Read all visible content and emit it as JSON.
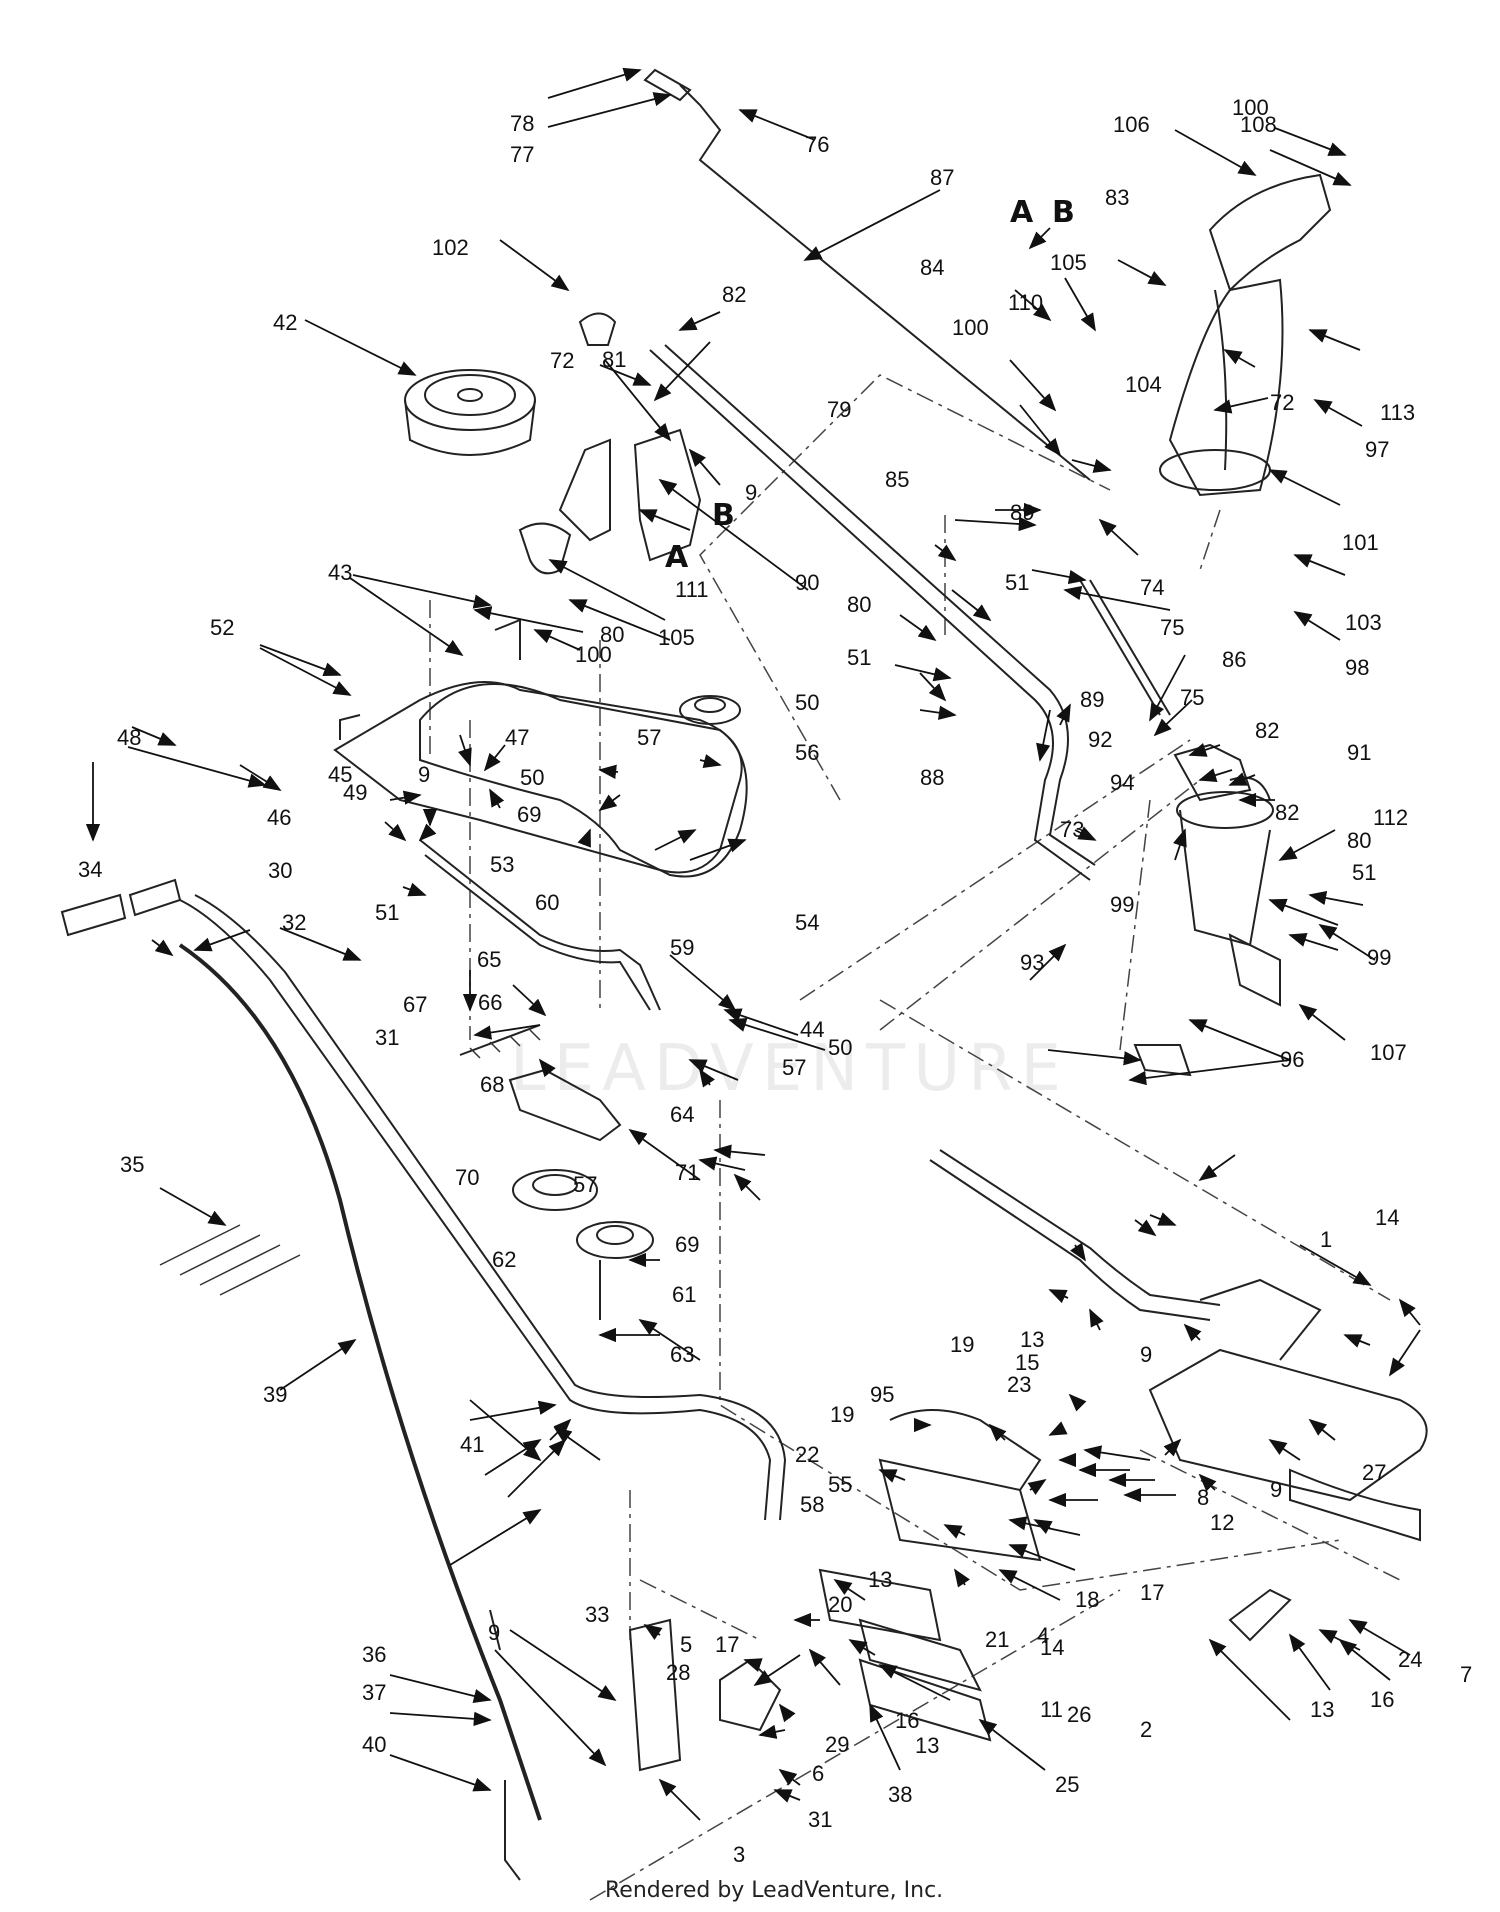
{
  "callouts": [
    "1",
    "2",
    "3",
    "4",
    "5",
    "6",
    "7",
    "8",
    "9",
    "11",
    "12",
    "13",
    "14",
    "15",
    "16",
    "17",
    "18",
    "19",
    "20",
    "21",
    "22",
    "23",
    "24",
    "25",
    "26",
    "27",
    "28",
    "29",
    "30",
    "31",
    "32",
    "33",
    "34",
    "35",
    "36",
    "37",
    "38",
    "39",
    "40",
    "41",
    "42",
    "43",
    "44",
    "45",
    "46",
    "47",
    "48",
    "49",
    "50",
    "51",
    "52",
    "53",
    "54",
    "55",
    "56",
    "57",
    "58",
    "59",
    "60",
    "61",
    "62",
    "63",
    "64",
    "65",
    "66",
    "67",
    "68",
    "69",
    "70",
    "71",
    "72",
    "73",
    "74",
    "75",
    "76",
    "77",
    "78",
    "79",
    "80",
    "81",
    "82",
    "83",
    "84",
    "85",
    "86",
    "87",
    "88",
    "89",
    "90",
    "91",
    "92",
    "93",
    "94",
    "95",
    "96",
    "97",
    "98",
    "99",
    "100",
    "101",
    "102",
    "103",
    "104",
    "105",
    "106",
    "107",
    "108",
    "110",
    "111",
    "112",
    "113"
  ],
  "section_labels": {
    "a": "A",
    "b": "B"
  },
  "watermark": "LEADVENTURE",
  "footer": "Rendered by LeadVenture, Inc."
}
